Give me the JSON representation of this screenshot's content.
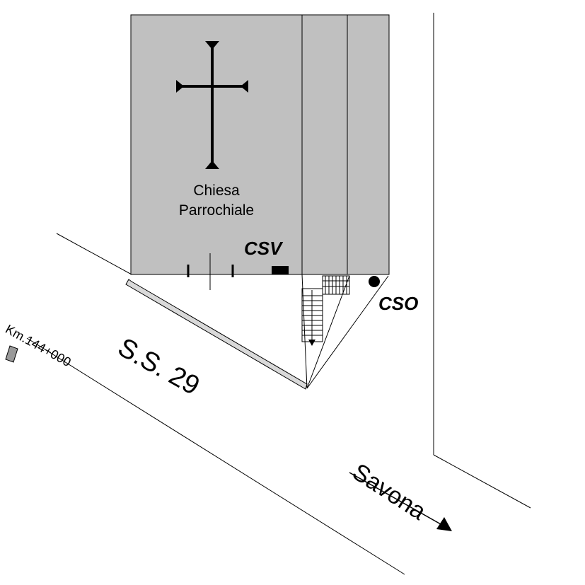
{
  "church": {
    "name_line1": "Chiesa",
    "name_line2": "Parrochiale"
  },
  "markers": {
    "csv": "CSV",
    "cso": "CSO"
  },
  "road": {
    "name": "S.S. 29",
    "milestone": "Km.144+000"
  },
  "direction": {
    "label": "Savona"
  },
  "colors": {
    "building_fill": "#c0c0c0",
    "sidewalk_fill": "#d9d9d9",
    "milestone_fill": "#999999",
    "ink": "#000000"
  },
  "icons": [
    "cross-icon",
    "arrow-head-icon",
    "stairs-icon",
    "cso-dot-icon",
    "csv-block-icon",
    "milestone-icon"
  ]
}
